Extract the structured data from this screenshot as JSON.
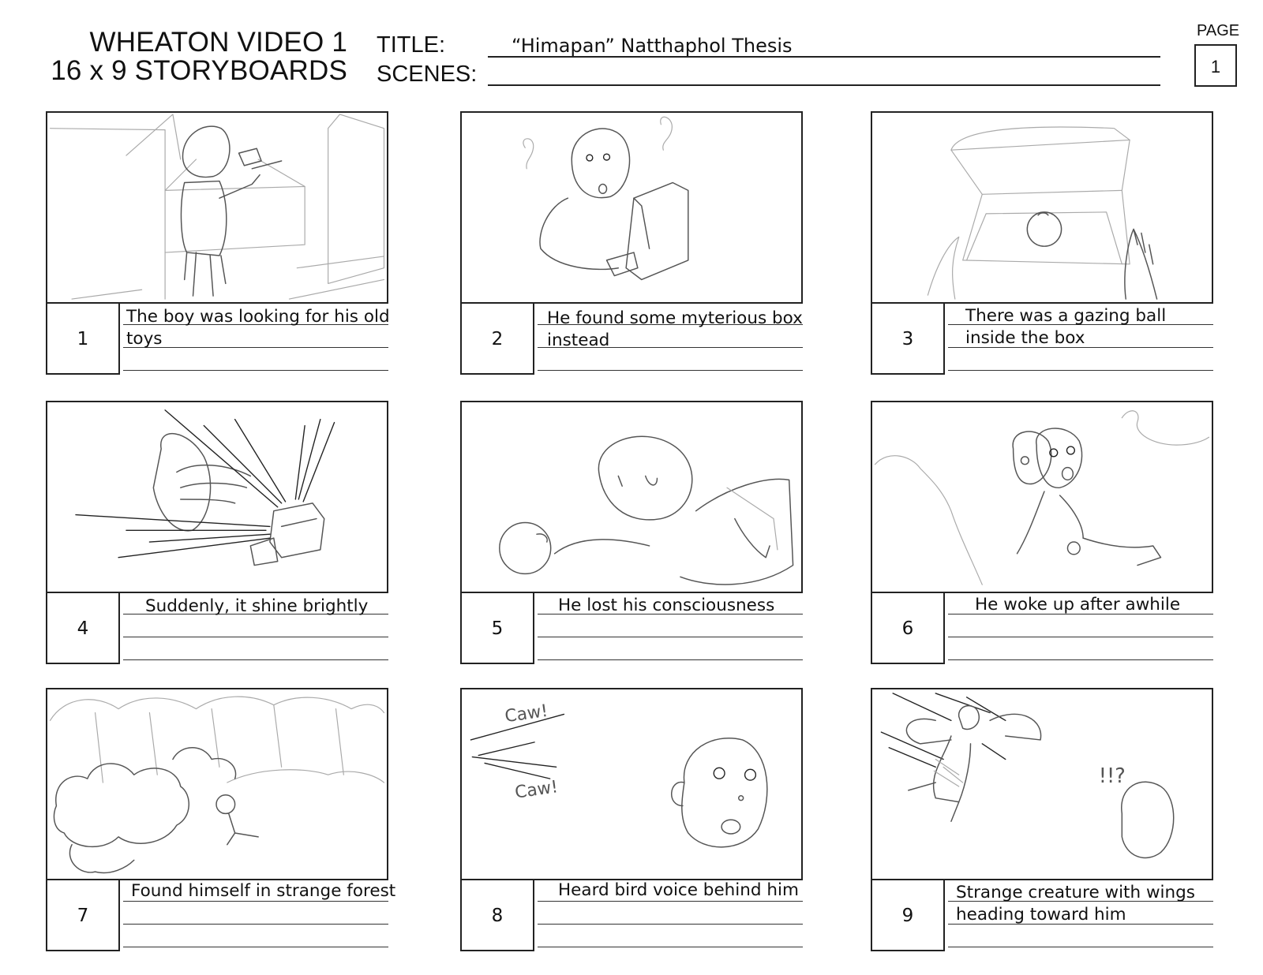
{
  "header": {
    "brand_line1": "WHEATON VIDEO 1",
    "brand_line2": "16 x 9 STORYBOARDS",
    "title_label": "TITLE:",
    "title_value": "“Himapan” Natthaphol Thesis",
    "scenes_label": "SCENES:",
    "page_label": "PAGE",
    "page_number": "1"
  },
  "panels": [
    {
      "number": "1",
      "caption": "The boy was looking for his old toys",
      "sketch": "boy-searching-boxes-sketch"
    },
    {
      "number": "2",
      "caption": "He found some myterious box\ninstead",
      "sketch": "boy-holding-box-sketch"
    },
    {
      "number": "3",
      "caption": "There was a gazing ball\ninside the box",
      "sketch": "open-box-with-ball-sketch"
    },
    {
      "number": "4",
      "caption": "Suddenly, it shine brightly",
      "sketch": "box-shining-sketch"
    },
    {
      "number": "5",
      "caption": "He lost his consciousness",
      "sketch": "boy-unconscious-sketch"
    },
    {
      "number": "6",
      "caption": "He woke up after awhile",
      "sketch": "boy-waking-sketch"
    },
    {
      "number": "7",
      "caption": "Found himself in strange forest",
      "sketch": "forest-sketch"
    },
    {
      "number": "8",
      "caption": "Heard bird voice behind him",
      "sketch": "bird-voice-sketch"
    },
    {
      "number": "9",
      "caption": "Strange creature with wings\nheading toward him",
      "sketch": "winged-creature-sketch"
    }
  ],
  "sketch_text": {
    "caw_1": "Caw!",
    "caw_2": "Caw!",
    "exclaim": "!!?"
  }
}
